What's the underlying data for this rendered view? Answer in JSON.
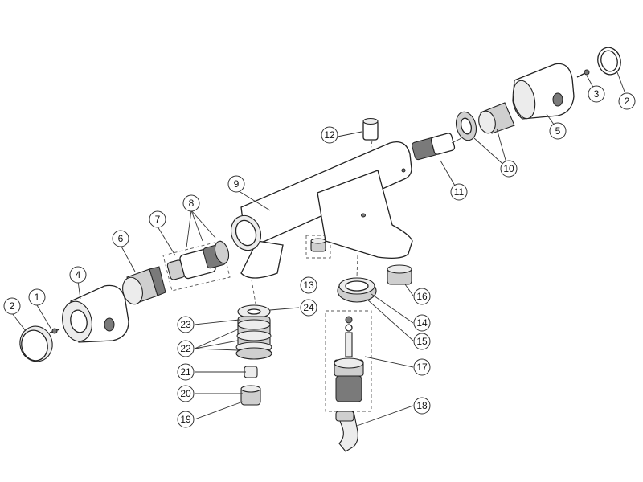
{
  "callouts": [
    {
      "id": "c2a",
      "label": "2"
    },
    {
      "id": "c1",
      "label": "1"
    },
    {
      "id": "c4",
      "label": "4"
    },
    {
      "id": "c6",
      "label": "6"
    },
    {
      "id": "c7",
      "label": "7"
    },
    {
      "id": "c8",
      "label": "8"
    },
    {
      "id": "c9",
      "label": "9"
    },
    {
      "id": "c12",
      "label": "12"
    },
    {
      "id": "c11",
      "label": "11"
    },
    {
      "id": "c10",
      "label": "10"
    },
    {
      "id": "c5",
      "label": "5"
    },
    {
      "id": "c3",
      "label": "3"
    },
    {
      "id": "c2b",
      "label": "2"
    },
    {
      "id": "c13",
      "label": "13"
    },
    {
      "id": "c24",
      "label": "24"
    },
    {
      "id": "c23",
      "label": "23"
    },
    {
      "id": "c22",
      "label": "22"
    },
    {
      "id": "c21",
      "label": "21"
    },
    {
      "id": "c20",
      "label": "20"
    },
    {
      "id": "c19",
      "label": "19"
    },
    {
      "id": "c16",
      "label": "16"
    },
    {
      "id": "c14",
      "label": "14"
    },
    {
      "id": "c15",
      "label": "15"
    },
    {
      "id": "c17",
      "label": "17"
    },
    {
      "id": "c18",
      "label": "18"
    }
  ]
}
